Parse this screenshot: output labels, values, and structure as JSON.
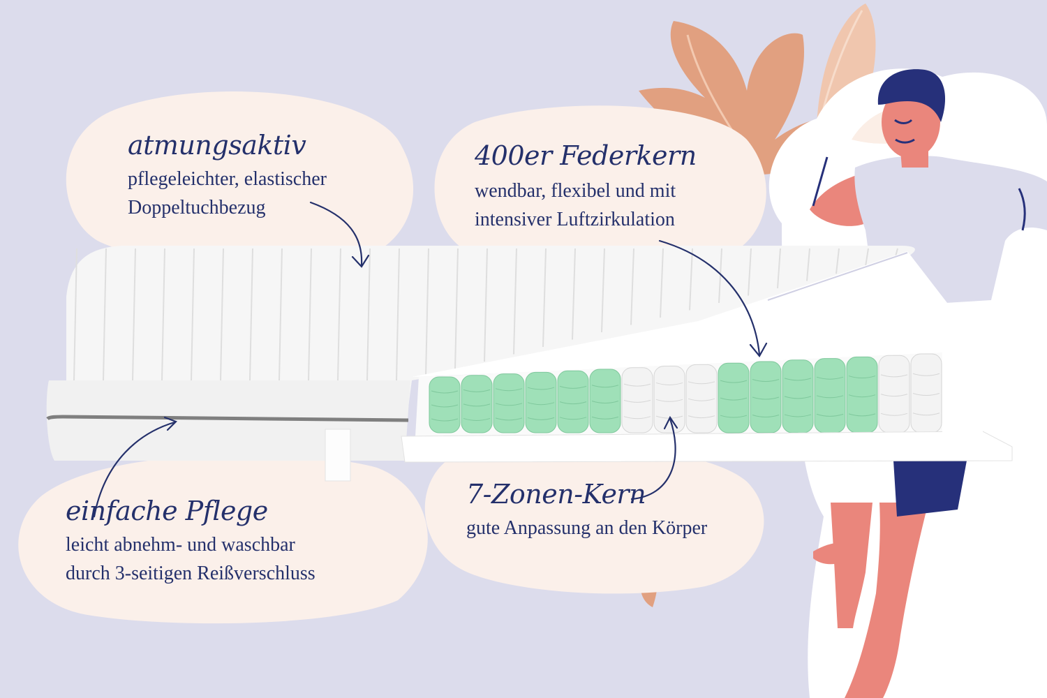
{
  "callouts": {
    "breathable": {
      "title": "atmungsaktiv",
      "lines": [
        "pflegeleichter, elastischer",
        "Doppeltuchbezug"
      ]
    },
    "spring_core": {
      "title": "400er Federkern",
      "lines": [
        "wendbar, flexibel und mit",
        "intensiver Luftzirkulation"
      ]
    },
    "easy_care": {
      "title": "einfache Pflege",
      "lines": [
        "leicht abnehm- und waschbar",
        "durch 3-seitigen Reißverschluss"
      ]
    },
    "zones": {
      "title": "7-Zonen-Kern",
      "lines": [
        "gute Anpassung an den Körper"
      ]
    }
  },
  "colors": {
    "background": "#dcdcec",
    "blob": "#fbf0ea",
    "text": "#24306b",
    "leaf_dark": "#e1a080",
    "leaf_light": "#f0c6ae",
    "spring_green": "#9fe0b8",
    "spring_white": "#f3f3f3",
    "skin": "#ea867c",
    "hair": "#26307a",
    "shorts": "#26307a"
  },
  "springs": [
    "green",
    "green",
    "green",
    "green",
    "green",
    "green",
    "white",
    "white",
    "white",
    "green",
    "green",
    "green",
    "green",
    "green",
    "white",
    "white"
  ]
}
